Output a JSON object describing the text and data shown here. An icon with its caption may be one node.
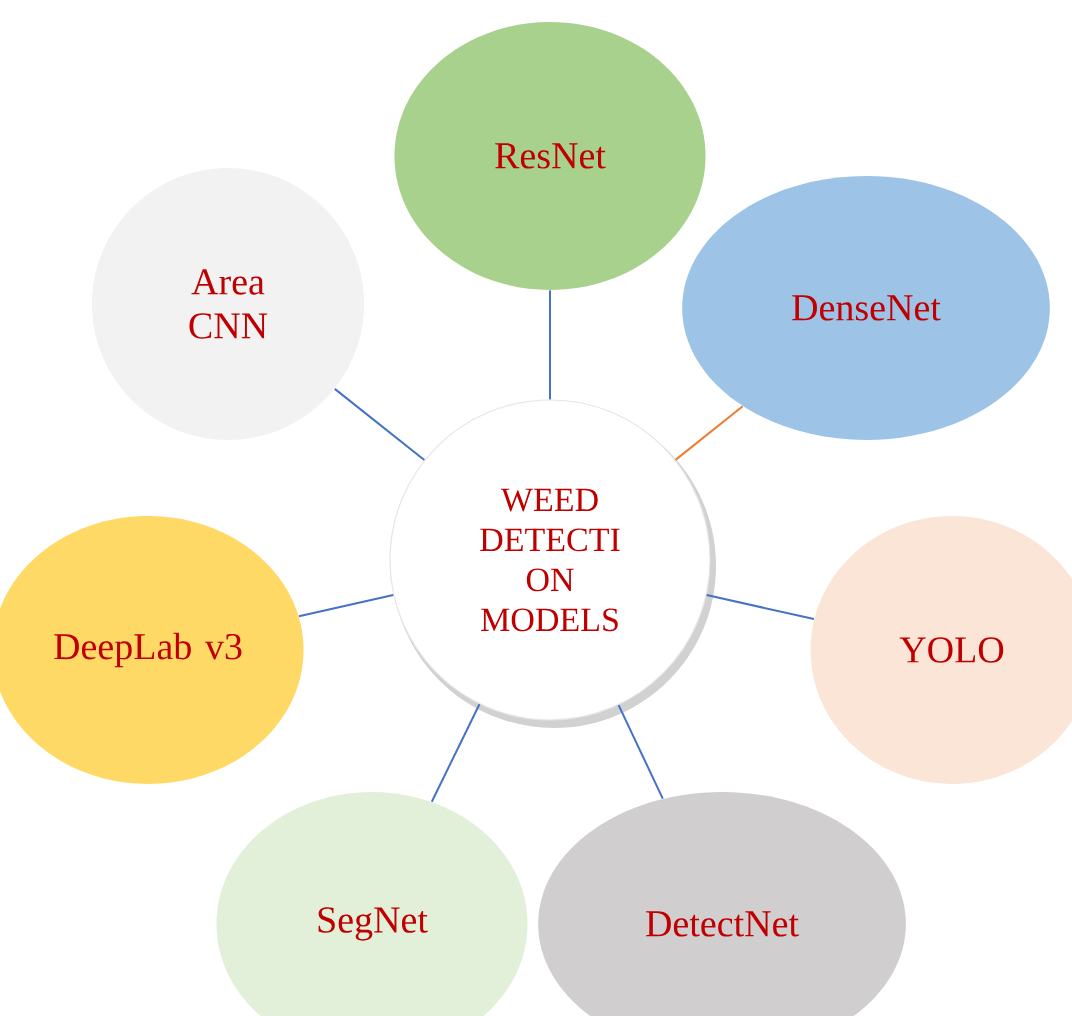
{
  "diagram": {
    "nodes": [
      {
        "text": [
          "ResNet"
        ]
      },
      {
        "text": [
          "Area CNN"
        ]
      },
      {
        "text": [
          "DenseNet"
        ]
      },
      {
        "text": [
          "WEED DETECTI ON MODELS"
        ]
      },
      {
        "text": [
          "DeepLab v3"
        ]
      },
      {
        "text": [
          "YOLO"
        ]
      },
      {
        "text": [
          "SegNet"
        ]
      },
      {
        "text": [
          "DetectNet"
        ]
      }
    ],
    "edges": [
      {
        "from": 3,
        "to": 0,
        "arrow": "none"
      },
      {
        "from": 3,
        "to": 1,
        "arrow": "none"
      },
      {
        "from": 3,
        "to": 2,
        "arrow": "none",
        "color": "#ed7d31"
      },
      {
        "from": 3,
        "to": 4,
        "arrow": "none"
      },
      {
        "from": 3,
        "to": 5,
        "arrow": "none"
      },
      {
        "from": 3,
        "to": 6,
        "arrow": "none"
      },
      {
        "from": 3,
        "to": 7,
        "arrow": "none"
      }
    ]
  }
}
